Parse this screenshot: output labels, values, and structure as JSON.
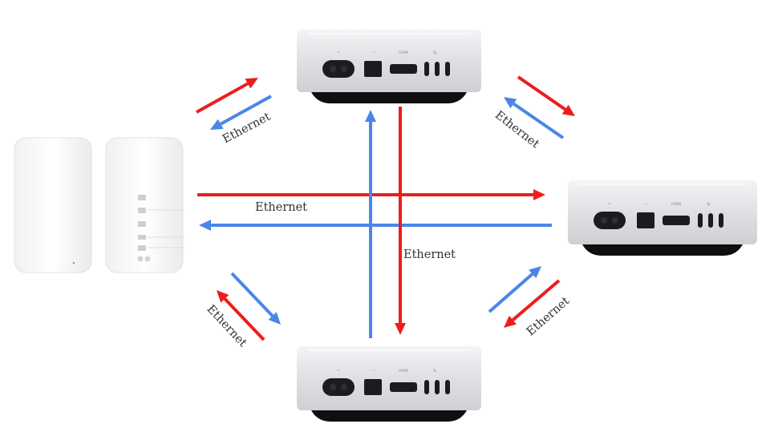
{
  "diagram": {
    "connection_label": "Ethernet",
    "colors": {
      "forward_arrow": "#ee1c1c",
      "return_arrow": "#4a86e8",
      "device_body": "#e6e7ea",
      "device_port_panel": "#1c1c1e",
      "device_base": "#0f0f10"
    },
    "devices": [
      {
        "type": "router",
        "icon": "airport-extreme-front-icon"
      },
      {
        "type": "router",
        "icon": "airport-extreme-back-icon"
      },
      {
        "type": "computer",
        "icon": "mac-mini-back-icon",
        "position": "top"
      },
      {
        "type": "computer",
        "icon": "mac-mini-back-icon",
        "position": "right"
      },
      {
        "type": "computer",
        "icon": "mac-mini-back-icon",
        "position": "bottom"
      }
    ],
    "mac_port_labels": [
      "~",
      "⋯",
      "HDMI",
      "ϟ"
    ]
  }
}
